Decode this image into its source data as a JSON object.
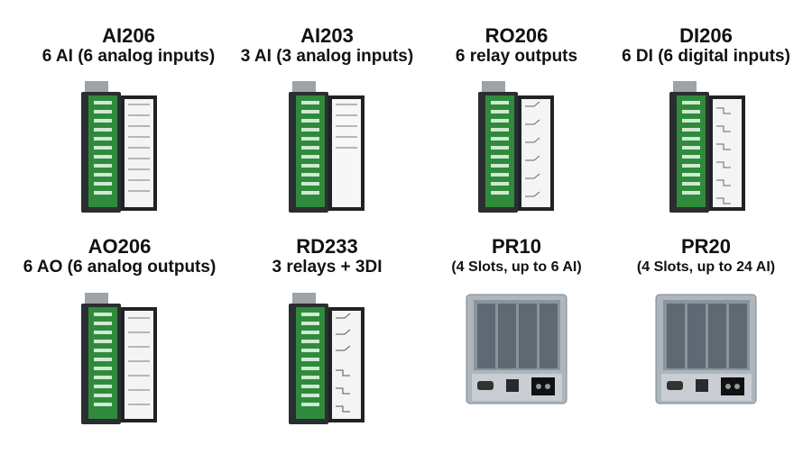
{
  "modules": [
    {
      "id": "AI206",
      "title": "AI206",
      "subtitle": "6 AI (6 analog inputs)",
      "kind": "module"
    },
    {
      "id": "AI203",
      "title": "AI203",
      "subtitle": "3 AI (3 analog inputs)",
      "kind": "module"
    },
    {
      "id": "RO206",
      "title": "RO206",
      "subtitle": "6 relay outputs",
      "kind": "module"
    },
    {
      "id": "DI206",
      "title": "DI206",
      "subtitle": "6 DI (6 digital inputs)",
      "kind": "module"
    },
    {
      "id": "AO206",
      "title": "AO206",
      "subtitle": "6 AO (6 analog outputs)",
      "kind": "module"
    },
    {
      "id": "RD233",
      "title": "RD233",
      "subtitle": "3 relays + 3DI",
      "kind": "module"
    },
    {
      "id": "PR10",
      "title": "PR10",
      "subtitle": "(4 Slots, up to 6 AI)",
      "kind": "rack"
    },
    {
      "id": "PR20",
      "title": "PR20",
      "subtitle": "(4 Slots, up to 24 AI)",
      "kind": "rack"
    }
  ],
  "colors": {
    "terminal_green": "#2f8a3c",
    "body_gray": "#8a8f93",
    "rack_face": "#9aa4ad",
    "rack_slot": "#5f6973"
  },
  "icons": [
    "terminal-block-module",
    "rack-enclosure"
  ]
}
